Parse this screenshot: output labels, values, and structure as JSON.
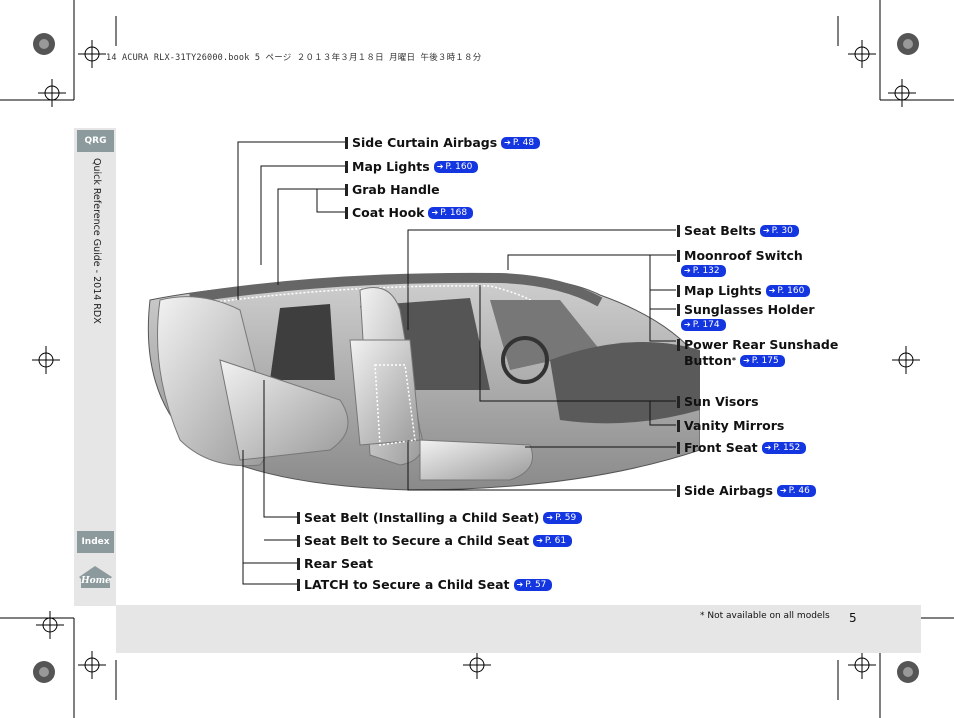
{
  "header_text": "14 ACURA RLX-31TY26000.book  5 ページ  ２０１３年３月１８日  月曜日  午後３時１８分",
  "sidebar": {
    "qrg_tab": "QRG",
    "section_title": "Quick Reference Guide - 2014 RDX",
    "index_tab": "Index",
    "home_tab": "Home"
  },
  "callouts": {
    "side_curtain_airbags": {
      "label": "Side Curtain Airbags",
      "ref": "P. 48"
    },
    "map_lights_top": {
      "label": "Map Lights",
      "ref": "P. 160"
    },
    "grab_handle": {
      "label": "Grab Handle"
    },
    "coat_hook": {
      "label": "Coat Hook",
      "ref": "P. 168"
    },
    "seat_belts": {
      "label": "Seat Belts",
      "ref": "P. 30"
    },
    "moonroof_switch": {
      "label": "Moonroof Switch",
      "ref": "P. 132"
    },
    "map_lights_right": {
      "label": "Map Lights",
      "ref": "P. 160"
    },
    "sunglasses_holder": {
      "label": "Sunglasses Holder",
      "ref": "P. 174"
    },
    "power_rear_sunshade": {
      "label_line1": "Power Rear Sunshade",
      "label_line2": "Button",
      "marker": "*",
      "ref": "P. 175"
    },
    "sun_visors": {
      "label": "Sun Visors"
    },
    "vanity_mirrors": {
      "label": "Vanity Mirrors"
    },
    "front_seat": {
      "label": "Front Seat",
      "ref": "P. 152"
    },
    "side_airbags": {
      "label": "Side Airbags",
      "ref": "P. 46"
    },
    "seat_belt_installing": {
      "label": "Seat Belt (Installing a Child Seat)",
      "ref": "P. 59"
    },
    "seat_belt_secure": {
      "label": "Seat Belt to Secure a Child Seat",
      "ref": "P. 61"
    },
    "rear_seat": {
      "label": "Rear Seat"
    },
    "latch": {
      "label": "LATCH to Secure a Child Seat",
      "ref": "P. 57"
    }
  },
  "footnote": "* Not available on all models",
  "page_number": "5",
  "colors": {
    "ref_badge": "#1436e0",
    "tab": "#8c9a9d",
    "sidebar": "#e6e6e6"
  }
}
